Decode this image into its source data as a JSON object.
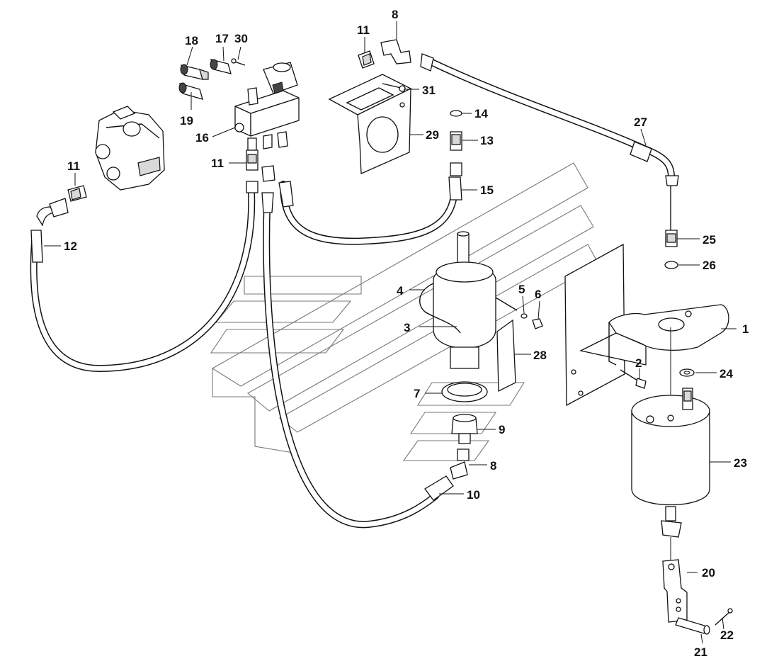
{
  "labels": {
    "p1": "1",
    "p2": "2",
    "p3": "3",
    "p4": "4",
    "p5": "5",
    "p6": "6",
    "p7": "7",
    "p8a": "8",
    "p8b": "8",
    "p9": "9",
    "p10": "10",
    "p11a": "11",
    "p11b": "11",
    "p11c": "11",
    "p12": "12",
    "p13": "13",
    "p14": "14",
    "p15": "15",
    "p16": "16",
    "p17": "17",
    "p18": "18",
    "p19": "19",
    "p20": "20",
    "p21": "21",
    "p22": "22",
    "p23": "23",
    "p24": "24",
    "p25": "25",
    "p26": "26",
    "p27": "27",
    "p28": "28",
    "p29": "29",
    "p30": "30",
    "p31": "31"
  }
}
